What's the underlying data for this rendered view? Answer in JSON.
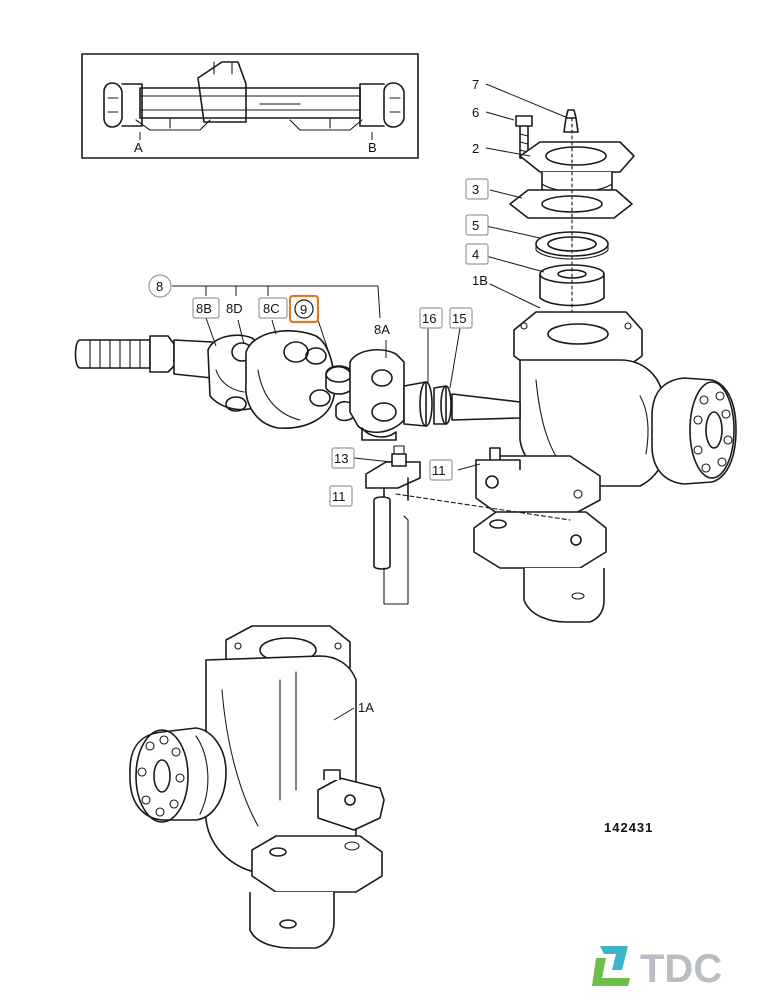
{
  "diagram": {
    "reference_number": "142431",
    "inset": {
      "labels": [
        "A",
        "B"
      ]
    },
    "callouts": {
      "c7": "7",
      "c6": "6",
      "c2": "2",
      "c3": "3",
      "c5": "5",
      "c4": "4",
      "c1B": "1B",
      "c8": "8",
      "c8B": "8B",
      "c8D": "8D",
      "c8C": "8C",
      "c9": "9",
      "c8A": "8A",
      "c16": "16",
      "c15": "15",
      "c13": "13",
      "c11a": "11",
      "c11b": "11",
      "c1A": "1A"
    },
    "highlighted_callout": "9",
    "highlight_color": "#e07a1f"
  },
  "watermark": {
    "text": "TDC",
    "colors": [
      "#3bb3c9",
      "#6cc04a"
    ]
  }
}
